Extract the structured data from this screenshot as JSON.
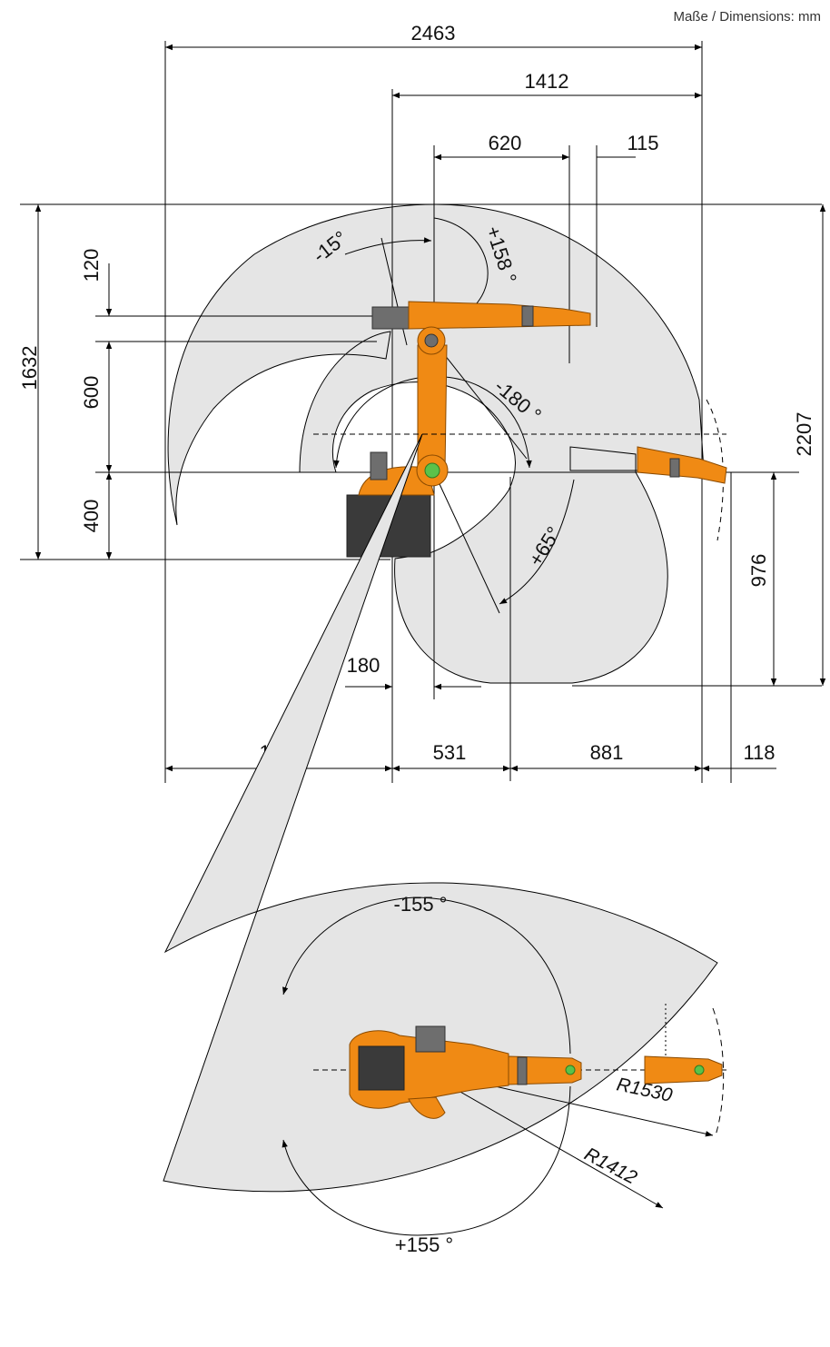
{
  "header": {
    "units_label": "Maße / Dimensions: mm"
  },
  "side_view": {
    "horizontal_dims": {
      "overall": "2463",
      "reach": "1412",
      "arm": "620",
      "flange": "115",
      "offset": "180",
      "rear": "1052",
      "base": "531",
      "front": "881",
      "tip": "118"
    },
    "vertical_dims": {
      "overall": "1632",
      "total_height": "2207",
      "link": "120",
      "arm_height": "600",
      "base_height": "400",
      "lower_reach": "976"
    },
    "angles": {
      "a3_neg": "-15°",
      "a3_pos": "+158 °",
      "a2_neg": "-180 °",
      "a2_pos": "+65°"
    }
  },
  "top_view": {
    "angles": {
      "a1_neg": "-155 °",
      "a1_pos": "+155 °"
    },
    "radii": {
      "r_outer": "R1530",
      "r_inner": "R1412"
    }
  },
  "colors": {
    "robot_orange": "#f08a14",
    "envelope_gray": "#e5e5e5",
    "motor_gray": "#6e6e6e",
    "joint_green": "#5bc24a"
  }
}
